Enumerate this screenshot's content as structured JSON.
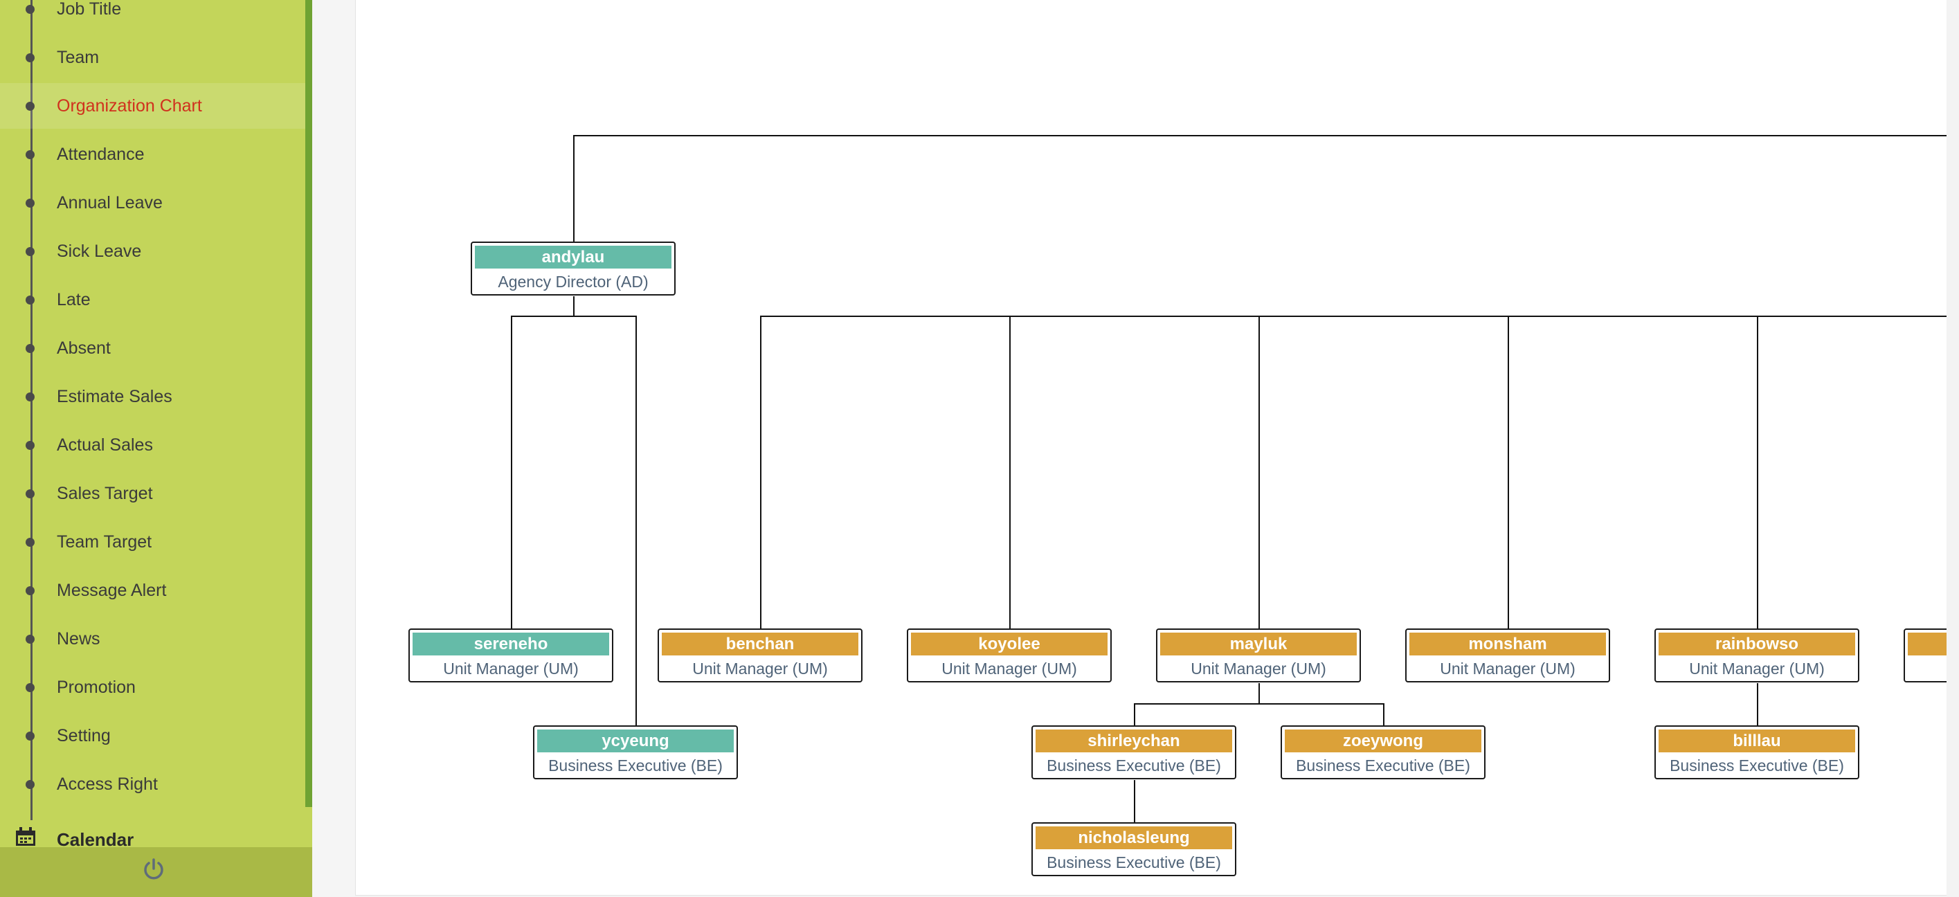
{
  "sidebar": {
    "items": [
      {
        "label": "Job Title",
        "active": false
      },
      {
        "label": "Team",
        "active": false
      },
      {
        "label": "Organization Chart",
        "active": true
      },
      {
        "label": "Attendance",
        "active": false
      },
      {
        "label": "Annual Leave",
        "active": false
      },
      {
        "label": "Sick Leave",
        "active": false
      },
      {
        "label": "Late",
        "active": false
      },
      {
        "label": "Absent",
        "active": false
      },
      {
        "label": "Estimate Sales",
        "active": false
      },
      {
        "label": "Actual Sales",
        "active": false
      },
      {
        "label": "Sales Target",
        "active": false
      },
      {
        "label": "Team Target",
        "active": false
      },
      {
        "label": "Message Alert",
        "active": false
      },
      {
        "label": "News",
        "active": false
      },
      {
        "label": "Promotion",
        "active": false
      },
      {
        "label": "Setting",
        "active": false
      },
      {
        "label": "Access Right",
        "active": false
      }
    ],
    "calendar_label": "Calendar",
    "calendar_icon": "calendar-icon",
    "power_icon": "power-icon"
  },
  "colors": {
    "sidebar_bg": "#c3d55a",
    "sidebar_edge": "#6fa333",
    "footer_bg": "#a9b946",
    "active_text": "#d0311e",
    "team_teal": "#65bba8",
    "team_orange": "#dba139",
    "role_text": "#4f6378"
  },
  "org_chart": {
    "nodes": [
      {
        "id": "andylau",
        "name": "andylau",
        "role": "Agency Director (AD)",
        "color": "teal"
      },
      {
        "id": "sereneho",
        "name": "sereneho",
        "role": "Unit Manager (UM)",
        "color": "teal"
      },
      {
        "id": "ycyeung",
        "name": "ycyeung",
        "role": "Business Executive (BE)",
        "color": "teal"
      },
      {
        "id": "benchan",
        "name": "benchan",
        "role": "Unit Manager (UM)",
        "color": "orange"
      },
      {
        "id": "koyolee",
        "name": "koyolee",
        "role": "Unit Manager (UM)",
        "color": "orange"
      },
      {
        "id": "mayluk",
        "name": "mayluk",
        "role": "Unit Manager (UM)",
        "color": "orange"
      },
      {
        "id": "monsham",
        "name": "monsham",
        "role": "Unit Manager (UM)",
        "color": "orange"
      },
      {
        "id": "rainbowso",
        "name": "rainbowso",
        "role": "Unit Manager (UM)",
        "color": "orange"
      },
      {
        "id": "shirleychan",
        "name": "shirleychan",
        "role": "Business Executive (BE)",
        "color": "orange"
      },
      {
        "id": "zoeywong",
        "name": "zoeywong",
        "role": "Business Executive (BE)",
        "color": "orange"
      },
      {
        "id": "billlau",
        "name": "billlau",
        "role": "Business Executive (BE)",
        "color": "orange"
      },
      {
        "id": "nicholasleung",
        "name": "nicholasleung",
        "role": "Business Executive (BE)",
        "color": "orange"
      }
    ]
  }
}
